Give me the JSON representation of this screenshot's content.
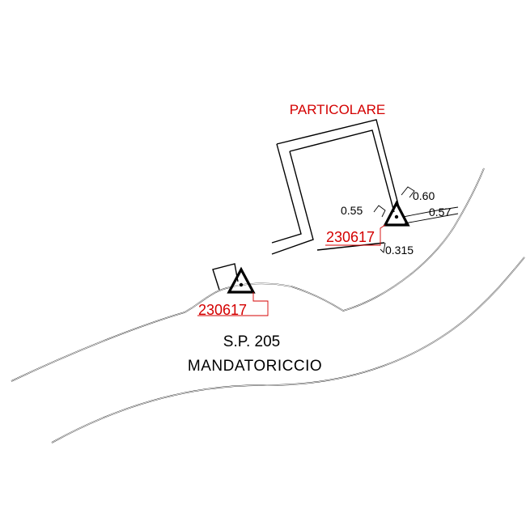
{
  "detail_title": "PARTICOLARE",
  "road": {
    "code": "S.P. 205",
    "name": "MANDATORICCIO"
  },
  "benchmarks": [
    {
      "id": "230617"
    },
    {
      "id": "230617"
    }
  ],
  "dimensions": {
    "d1": "0.60",
    "d2": "0.55",
    "d3": "0.57",
    "d4": "0.315"
  },
  "colors": {
    "line": "#000000",
    "annotation_red": "#d40000",
    "background": "#ffffff"
  }
}
